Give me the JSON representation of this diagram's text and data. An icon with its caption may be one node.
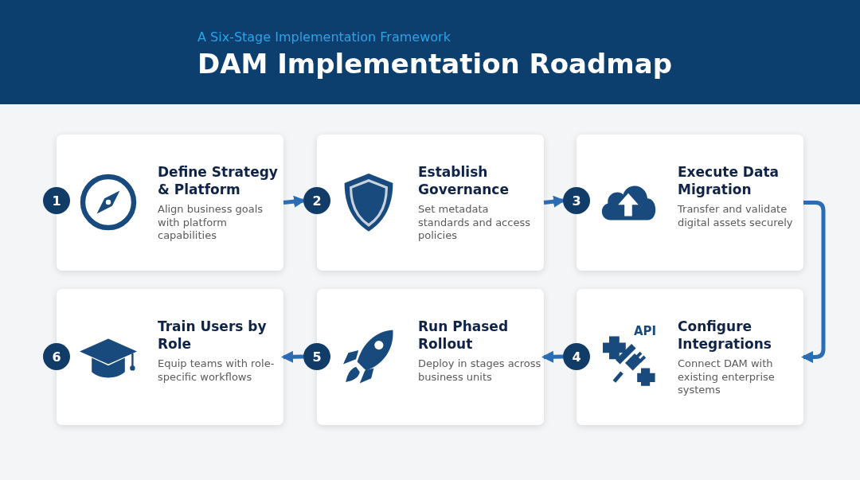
{
  "diagram": {
    "title": "DAM Implementation Roadmap",
    "nodes": [
      {
        "text": [
          "1"
        ]
      },
      {
        "text": [
          "Define Strategy & Platform",
          "Align business goals with platform capabilities"
        ]
      },
      {
        "text": [
          "2"
        ]
      },
      {
        "text": [
          "Establish Governance",
          "Set metadata standards and access policies"
        ]
      },
      {
        "text": [
          "3"
        ]
      },
      {
        "text": [
          "Execute Data Migration",
          "Transfer and validate digital assets securely"
        ]
      },
      {
        "text": [
          "4"
        ]
      },
      {
        "text": [
          "Configure Integrations",
          "Connect DAM with existing enterprise systems"
        ]
      },
      {
        "text": [
          "5"
        ]
      },
      {
        "text": [
          "Run Phased Rollout",
          "Deploy in stages across business units"
        ]
      },
      {
        "text": [
          "6"
        ]
      },
      {
        "text": [
          "Train Users by Role",
          "Equip teams with role-specific workflows"
        ]
      }
    ],
    "edges": [
      {
        "from": 1,
        "to": 2,
        "arrow": "to"
      },
      {
        "from": 3,
        "to": 4,
        "arrow": "to"
      },
      {
        "from": 5,
        "to": 7,
        "arrow": "to"
      },
      {
        "from": 6,
        "to": 9,
        "arrow": "to"
      },
      {
        "from": 8,
        "to": 11,
        "arrow": "to"
      }
    ],
    "labels": [
      "A Six-Stage Implementation Framework",
      "API"
    ]
  }
}
